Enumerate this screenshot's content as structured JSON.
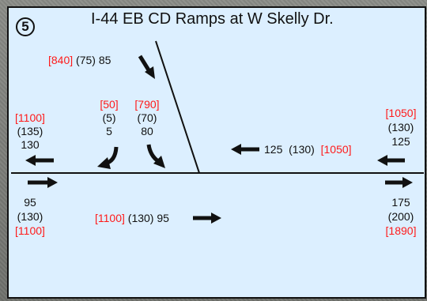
{
  "location_number": "5",
  "title": "I-44 EB CD Ramps at W Skelly Dr.",
  "ramp_top": {
    "red": "[840]",
    "paren": "(75)",
    "plain": "85"
  },
  "left_westbound": {
    "red": "[1100]",
    "paren": "(135)",
    "plain": "130"
  },
  "left_turn": {
    "red": "[50]",
    "paren": "(5)",
    "plain": "5"
  },
  "through_turn": {
    "red": "[790]",
    "paren": "(70)",
    "plain": "80"
  },
  "middle_westbound": {
    "plain": "125",
    "paren": "(130)",
    "red": "[1050]"
  },
  "right_westbound": {
    "red": "[1050]",
    "paren": "(130)",
    "plain": "125"
  },
  "left_eastbound": {
    "plain": "95",
    "paren": "(130)",
    "red": "[1100]"
  },
  "middle_eastbound": {
    "red": "[1100]",
    "paren": "(130)",
    "plain": "95"
  },
  "right_eastbound": {
    "plain": "175",
    "paren": "(200)",
    "red": "[1890]"
  },
  "colors": {
    "red": "#ff1a1a",
    "panel": "#dcefff",
    "ink": "#111111"
  }
}
